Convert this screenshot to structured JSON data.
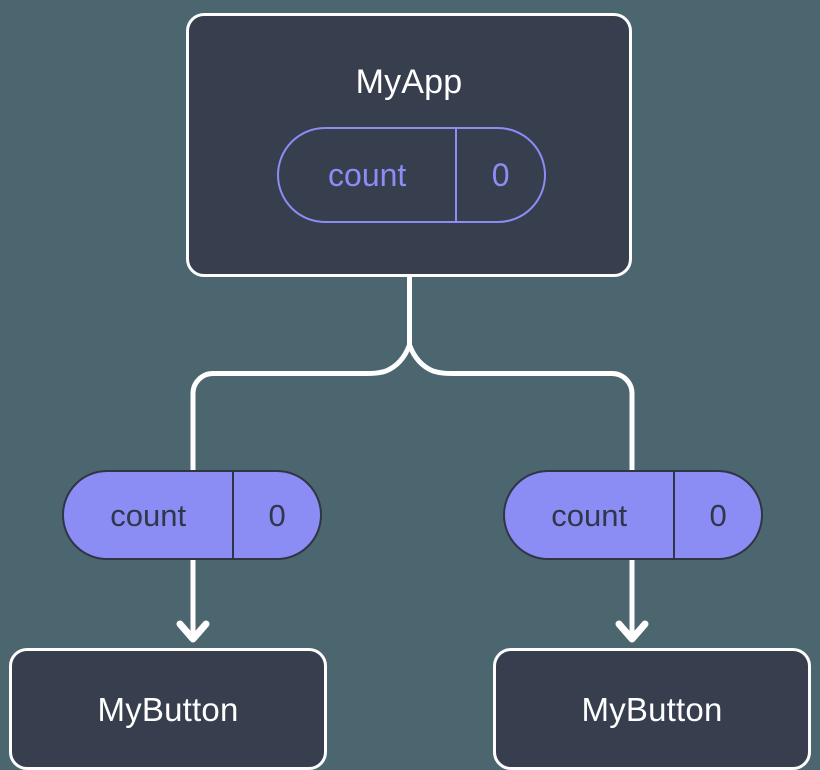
{
  "diagram": {
    "type": "component-tree",
    "background_color": "#4c6670",
    "accent_color": "#8c8cf5",
    "card_color": "#373e4e",
    "card_border_color": "#fdfdfd",
    "edge_color": "#ffffff",
    "root": {
      "name": "node-myapp",
      "title": "MyApp",
      "state": {
        "key": "count",
        "value": "0"
      }
    },
    "branches": [
      {
        "name": "branch-left",
        "props": {
          "key": "count",
          "value": "0"
        },
        "child": {
          "name": "node-mybutton-left",
          "title": "MyButton"
        }
      },
      {
        "name": "branch-right",
        "props": {
          "key": "count",
          "value": "0"
        },
        "child": {
          "name": "node-mybutton-right",
          "title": "MyButton"
        }
      }
    ]
  }
}
